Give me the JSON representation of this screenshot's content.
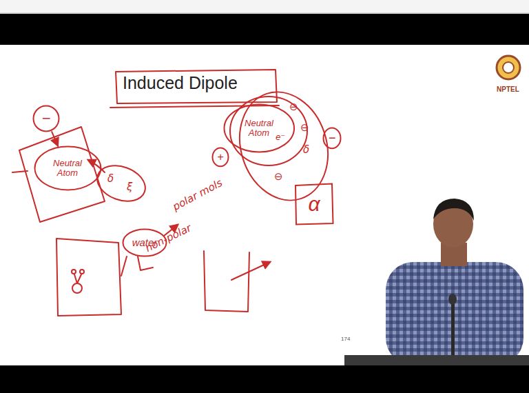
{
  "diagram": {
    "title": "Induced Dipole",
    "nodes": [
      {
        "text": [
          "−"
        ]
      },
      {
        "text": [
          "Neutral Atom"
        ]
      },
      {
        "text": [
          "water"
        ]
      },
      {
        "text": [
          "+"
        ]
      },
      {
        "text": [
          "Neutral Atom"
        ]
      },
      {
        "text": [
          "−"
        ]
      },
      {
        "text": [
          "α"
        ]
      }
    ],
    "edges": [
      {
        "from": 0,
        "to": 1,
        "arrow": "to"
      }
    ],
    "labels": [
      "δ",
      "ξ",
      "polar mols",
      "non-polar",
      "⊖",
      "⊖",
      "⊖",
      "δ",
      "e⁻",
      "174",
      "NPTEL"
    ]
  }
}
